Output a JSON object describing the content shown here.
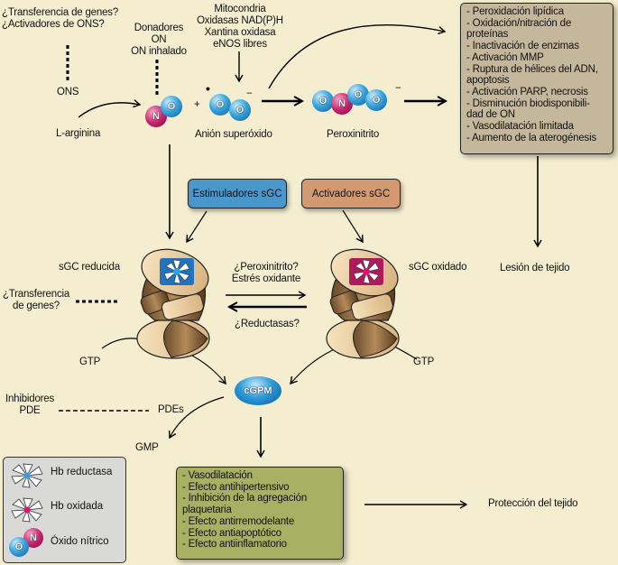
{
  "top_left": {
    "question_lines": [
      "¿Transferencia de genes?",
      "¿Activadores de ONS?"
    ],
    "ons_label": "ONS",
    "l_arginine": "L-arginina"
  },
  "donors": {
    "lines": [
      "Donadores",
      "ON",
      "ON inhalado"
    ]
  },
  "sources": {
    "lines": [
      "Mitocondria",
      "Oxidasas NAD(P)H",
      "Xantina oxidasa",
      "eNOS libres"
    ]
  },
  "molecules": {
    "no": {
      "n": "N",
      "o": "O"
    },
    "plus": "+",
    "superoxide": {
      "atoms": [
        "O",
        "O"
      ],
      "charge": "−",
      "label": "Anión superóxido"
    },
    "peroxynitrite": {
      "atoms": [
        "O",
        "N",
        "O",
        "O"
      ],
      "charge": "−",
      "label": "Peroxinitrito"
    }
  },
  "harm_box": {
    "color": "#c5b79b",
    "lines": [
      "- Peroxidación lipídica",
      "- Oxidación/nitración de",
      "proteínas",
      "- Inactivación de enzimas",
      "- Activación MMP",
      "- Ruptura de hélices del ADN,",
      "apoptosis",
      "- Activación PARP, necrosis",
      "- Disminución biodisponibili-",
      "dad de ON",
      "- Vasodilatación limitada",
      "- Aumento de la aterogénesis"
    ]
  },
  "tissue_injury": "Lesión de tejido",
  "stimulators": {
    "label": "Estimuladores sGC",
    "color": "#4a97cc"
  },
  "activators": {
    "label": "Activadores sGC",
    "color": "#d39a72"
  },
  "sgc_reduced": {
    "label": "sGC reducida",
    "heme_color": "#1f73c0"
  },
  "sgc_oxidized": {
    "label": "sGC oxidado",
    "heme_color": "#b0195f"
  },
  "gene_transfer": {
    "lines": [
      "¿Transferencia",
      "de genes?"
    ]
  },
  "forward_reaction": {
    "lines": [
      "¿Peroxinitrito?",
      "Estrés oxidante"
    ]
  },
  "reverse_reaction": "¿Reductasas?",
  "gtp_left": "GTP",
  "gtp_right": "GTP",
  "cgmp": "cGPM",
  "pde_inhibitors": {
    "lines": [
      "Inhibidores",
      "PDE"
    ]
  },
  "pdes": "PDEs",
  "gmp": "GMP",
  "protection_box": {
    "color": "#a8b063",
    "lines": [
      "- Vasodilatación",
      "- Efecto antihipertensivo",
      "- Inhibición de la agregación",
      "plaquetaria",
      "- Efecto antirremodelante",
      "- Efecto antiapoptótico",
      "- Efecto antiinflamatorio"
    ]
  },
  "tissue_protection": "Protección del tejido",
  "legend": {
    "items": [
      {
        "icon": "heme-reduced-icon",
        "label": "Hb reductasa"
      },
      {
        "icon": "heme-oxidized-icon",
        "label": "Hb oxidada"
      },
      {
        "icon": "nitric-oxide-icon",
        "label": "Óxido nítrico"
      }
    ],
    "no_atoms": {
      "o": "O",
      "n": "N"
    }
  }
}
